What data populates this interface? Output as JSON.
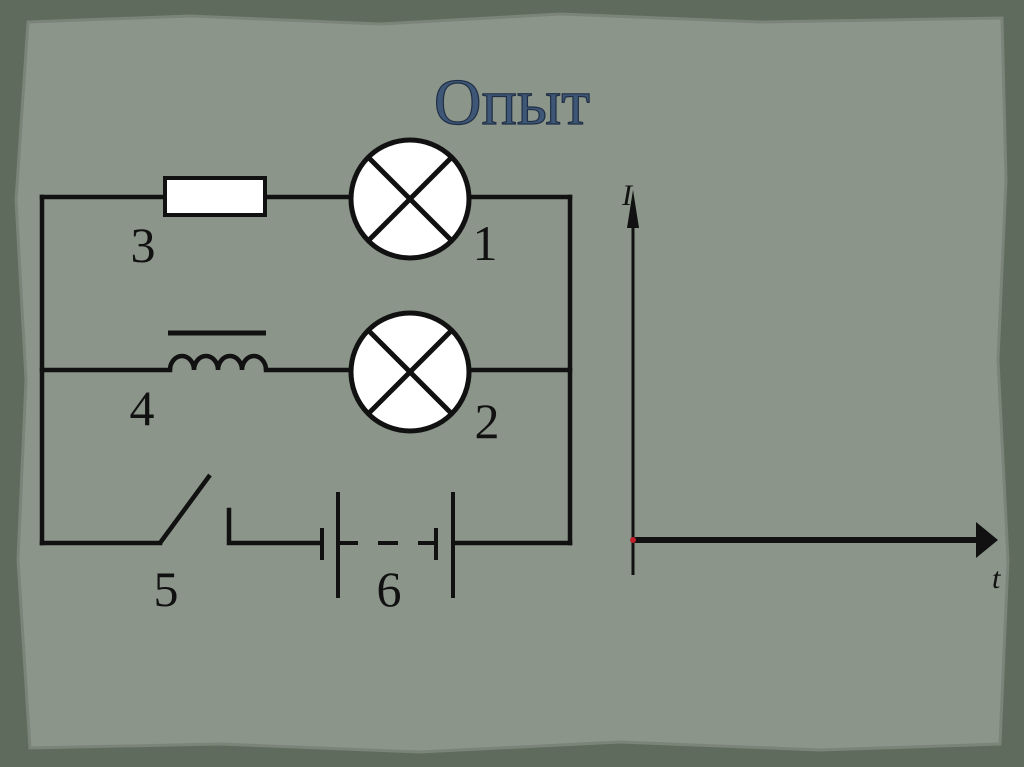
{
  "slide": {
    "title": "Опыт"
  },
  "circuit": {
    "labels": {
      "lamp_1": "1",
      "lamp_2": "2",
      "resistor": "3",
      "inductor": "4",
      "switch": "5",
      "battery": "6"
    }
  },
  "graph": {
    "y_axis_label": "I",
    "x_axis_label": "t"
  },
  "colors": {
    "background": "#8b958a",
    "border": "#5f6b5c",
    "title": "#3f5777",
    "ink": "#111111"
  }
}
